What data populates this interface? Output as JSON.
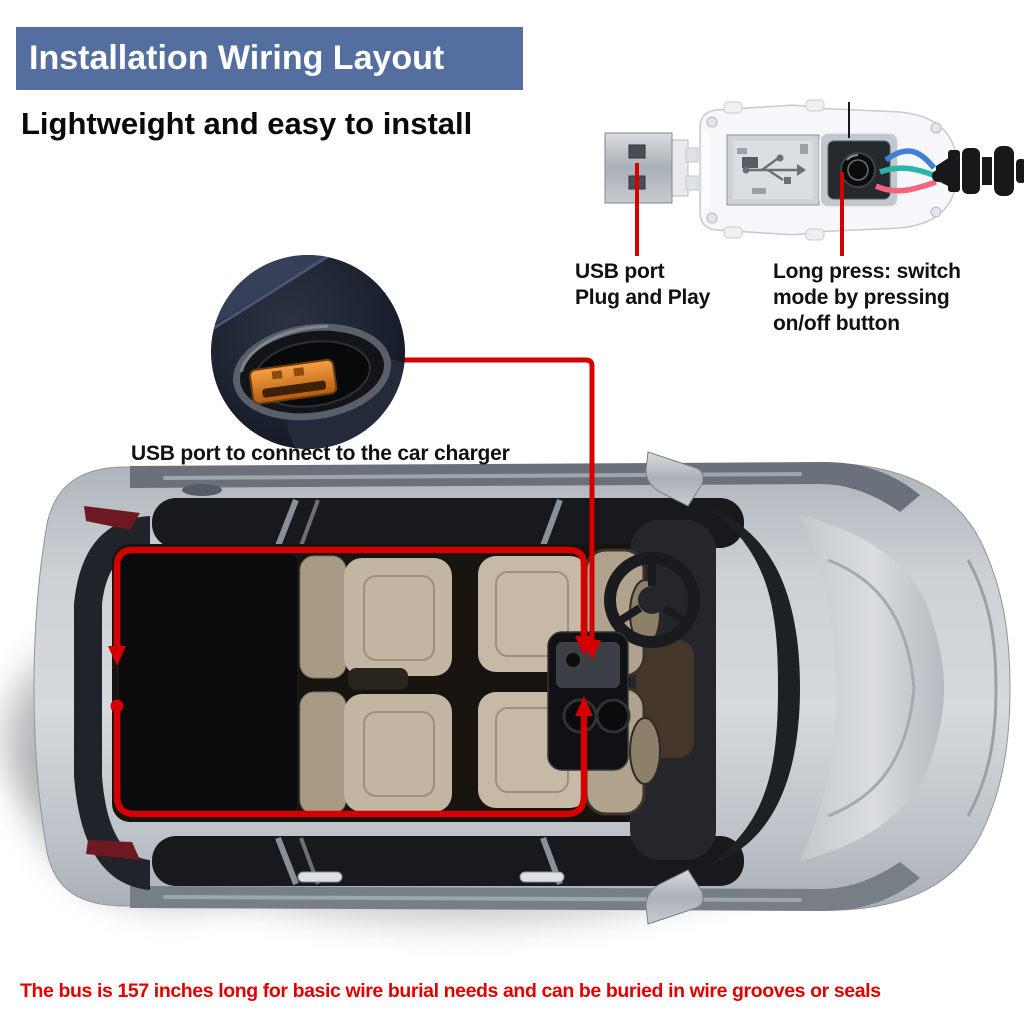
{
  "banner": {
    "title": "Installation Wiring Layout",
    "bg_color": "#546f9f",
    "text_color": "#ffffff"
  },
  "subtitle": {
    "text": "Lightweight and easy to install"
  },
  "callouts": {
    "usb_port": {
      "line1": "USB port",
      "line2": "Plug and Play"
    },
    "long_press": {
      "line1": "Long press: switch",
      "line2": "mode by pressing",
      "line3": "on/off button"
    },
    "charger": {
      "text": "USB port to connect to the car charger"
    }
  },
  "footer": {
    "text": "The bus is 157 inches long for basic wire burial needs and can be buried in wire grooves or seals",
    "color": "#e10000"
  },
  "colors": {
    "annotation_red": "#d40000",
    "banner_blue": "#546f9f",
    "car_body_silver": "#c3c8ce",
    "seat_tan": "#c2b5a2",
    "charger_port_orange": "#e8832a",
    "wire_blue": "#3f7fd6",
    "wire_teal": "#2ab5a8",
    "wire_pink": "#f2647f"
  },
  "icons": {
    "usb_dongle": "usb-dongle-photo",
    "charger_inset": "car-charger-inset-photo",
    "car": "car-top-view-photo",
    "wire_route": "red-wire-route"
  }
}
